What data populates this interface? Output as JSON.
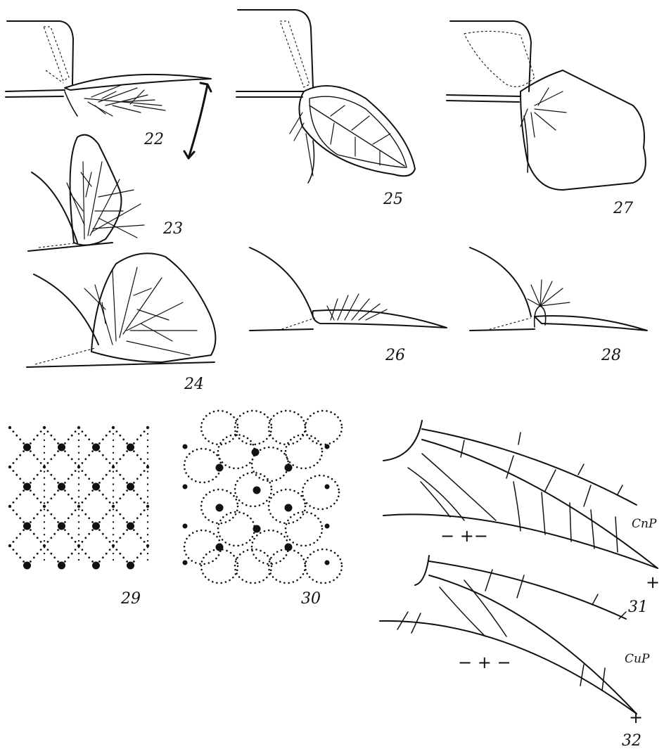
{
  "figures": [
    {
      "id": "22",
      "label": "22"
    },
    {
      "id": "23",
      "label": "23"
    },
    {
      "id": "24",
      "label": "24"
    },
    {
      "id": "25",
      "label": "25"
    },
    {
      "id": "26",
      "label": "26"
    },
    {
      "id": "27",
      "label": "27"
    },
    {
      "id": "28",
      "label": "28"
    },
    {
      "id": "29",
      "label": "29"
    },
    {
      "id": "30",
      "label": "30"
    },
    {
      "id": "31",
      "label": "31"
    },
    {
      "id": "32",
      "label": "32"
    }
  ],
  "fig31": {
    "vein_label": "CnP",
    "signs_bottom": "− +−",
    "sign_tip": "+"
  },
  "fig32": {
    "vein_label": "CuP",
    "signs_bottom": "− + −",
    "sign_tip": "+"
  },
  "colors": {
    "ink": "#111111",
    "paper": "#ffffff"
  }
}
